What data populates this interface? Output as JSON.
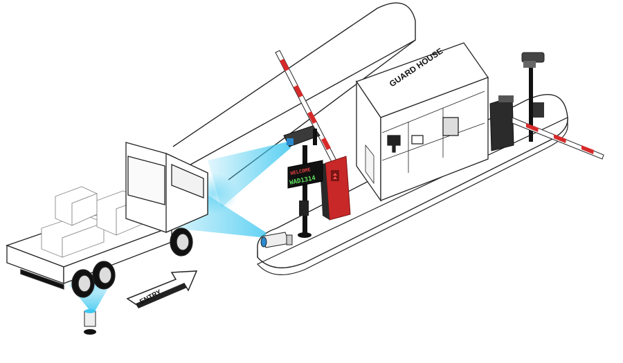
{
  "labels": {
    "guard_house": "GUARD HOUSE",
    "entry": "ENTRY"
  },
  "display": {
    "top_line": "WELCOME",
    "plate": "WAD1314"
  },
  "colors": {
    "outline": "#222222",
    "beam": "#3fc8f0",
    "barrier_red": "#d62a2a",
    "plate_text": "#5de05d",
    "top_text": "#e04040"
  },
  "icons": [
    "lpr-camera-icon",
    "ptz-camera-icon",
    "under-vehicle-camera-icon",
    "side-camera-icon",
    "barrier-gate-icon",
    "truck-icon",
    "monitor-icon",
    "direction-arrow-icon"
  ]
}
